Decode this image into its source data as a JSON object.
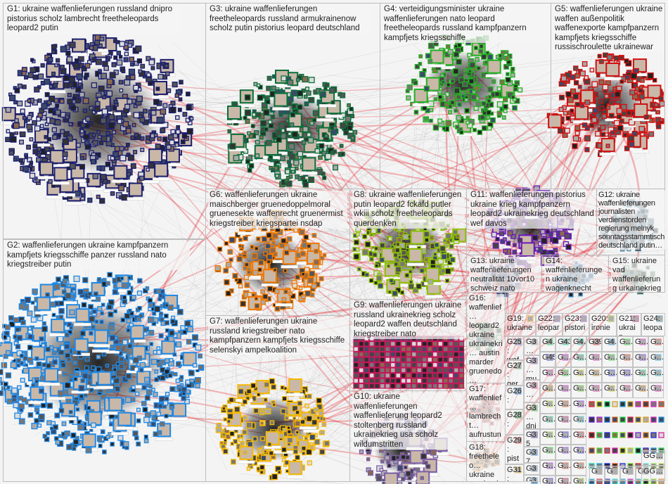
{
  "title": "NodeXL network graph: waffenlieferungen",
  "edge_colors": {
    "cross": "#e8202a",
    "within": "#9a9a9a"
  },
  "groups": [
    {
      "id": "G1",
      "label": "G1: ukraine waffenlieferungen russland dnipro pistorius scholz lambrecht freetheleopards leopard2 putin",
      "color": "#1c1f6e"
    },
    {
      "id": "G2",
      "label": "G2: waffenlieferungen ukraine kampfpanzern kampfjets kriegsschiffe panzer russland nato kriegstreiber putin",
      "color": "#1e88e5"
    },
    {
      "id": "G3",
      "label": "G3: ukraine waffenlieferungen freetheleopards russland armukrainenow scholz putin pistorius leopard deutschland",
      "color": "#0b6e3a"
    },
    {
      "id": "G4",
      "label": "G4: verteidigungsminister ukraine waffenlieferungen nato leopard freetheleopards russland kampfpanzern kampfjets kriegsschiffe",
      "color": "#22b022"
    },
    {
      "id": "G5",
      "label": "G5: waffenlieferungen ukraine waffen außenpolitik waffenexporte kampfpanzern kampfjets kriegsschiffe russischroulette ukrainewar",
      "color": "#d01010"
    },
    {
      "id": "G6",
      "label": "G6: waffenlieferungen ukraine maischberger gruenedoppelmoral gruenesekte waffenrecht gruenermist kriegstreiber kriegspartei nsdap",
      "color": "#f07800"
    },
    {
      "id": "G7",
      "label": "G7: waffenlieferungen ukraine russland kriegstreiber nato kampfpanzern kampfjets kriegsschiffe selenskyi ampelkoalition",
      "color": "#f5b800"
    },
    {
      "id": "G8",
      "label": "G8: ukraine waffenlieferungen putin leopard2 fckafd putler wkiii scholz freetheleopards querdenken",
      "color": "#8cc000"
    },
    {
      "id": "G9",
      "label": "G9: waffenlieferungen ukraine russland ukrainekrieg scholz leopard2 waffen deutschland kriegstreiber nato",
      "color": "#c2185b"
    },
    {
      "id": "G10",
      "label": "G10: ukraine waffenlieferungen waffenlieferung leopard2 stoltenberg russland ukrainekrieg usa scholz wildumstritten",
      "color": "#7b5ea7"
    },
    {
      "id": "G11",
      "label": "G11: waffenlieferungen pistorius ukraine krieg kampfpanzern leopard2 ukrainekrieg deutschland wef davos",
      "color": "#6a1bb5"
    },
    {
      "id": "G12",
      "label": "G12: ukraine waffenlieferungen journalisten verdienstorden regierung melnyk sonntagsstammtisch deutschland putin…",
      "color": "#5a8fb0"
    },
    {
      "id": "G13",
      "label": "G13: ukraine waffenlieferungen neutralität 10vor10 schweiz nato europa leopard lambrechtrücktritt…",
      "color": "#6f7fb8"
    },
    {
      "id": "G14",
      "label": "G14: waffenlieferungen ukraine wagenknecht nato panzer russland kriegspartei…",
      "color": "#5aa8e0"
    },
    {
      "id": "G15",
      "label": "G15: ukraine vad waffenlieferung urkainekrieg baerbock lambrecht nato gruenedoppelm…",
      "color": "#5a9a78"
    },
    {
      "id": "G16",
      "label": "G16: waffenlief… leopard2 ukraine ukrainekri… austin marder gruenedo…",
      "color": "#5a9a60"
    },
    {
      "id": "G17",
      "label": "G17: waffenlief… lambrecht… aufrustung weltkrieg ukraine lambrecht…",
      "color": "#e06060"
    },
    {
      "id": "G18",
      "label": "G18: freetheleo… ukraine russland…",
      "color": "#e09040"
    }
  ],
  "tiny_groups": [
    {
      "label": "G19: ukraine…",
      "color": "#f0b030"
    },
    {
      "label": "G22: leopar…",
      "color": "#8a70b0"
    },
    {
      "label": "G23: pistori…",
      "color": "#9a70c0"
    },
    {
      "label": "G20: ironie…",
      "color": "#a0c040"
    },
    {
      "label": "G21: ukrain…",
      "color": "#c04080"
    },
    {
      "label": "G24: leopa…",
      "color": "#5a9ab0"
    },
    {
      "label": "G25: waf… ukr…",
      "color": "#7080c0"
    },
    {
      "label": "G27: ger… ukr…",
      "color": "#70a070"
    },
    {
      "label": "G26:",
      "color": "#1e7ad0"
    },
    {
      "label": "G28:",
      "color": "#20a040"
    },
    {
      "label": "G29: pist…",
      "color": "#e05050"
    },
    {
      "label": "G31:",
      "color": "#e0b040"
    },
    {
      "label": "G3… kri…",
      "color": "#b0b0b0"
    },
    {
      "label": "G3… mu…",
      "color": "#9070c0"
    },
    {
      "label": "G3… wa…",
      "color": "#e060a0"
    },
    {
      "label": "G3… dni…",
      "color": "#60c060"
    },
    {
      "label": "G35…",
      "color": "#6040a0"
    },
    {
      "label": "G37…",
      "color": "#4080c0"
    },
    {
      "label": "G3… leo…",
      "color": "#80a0c0"
    },
    {
      "label": "G3…",
      "color": "#60a0e0"
    }
  ],
  "grid_labels": [
    "G4…",
    "G43",
    "G4…",
    "G39",
    "G4…",
    "G…",
    "G…",
    "G…",
    "G45",
    "G…",
    "G…",
    "G…",
    "G…",
    "G…",
    "G…",
    "G…",
    "G…",
    "G…"
  ],
  "grid_filler_label": "G…",
  "grid_corner_labels": [
    "G",
    "G",
    "G",
    "G",
    "GG…",
    "GG…"
  ]
}
